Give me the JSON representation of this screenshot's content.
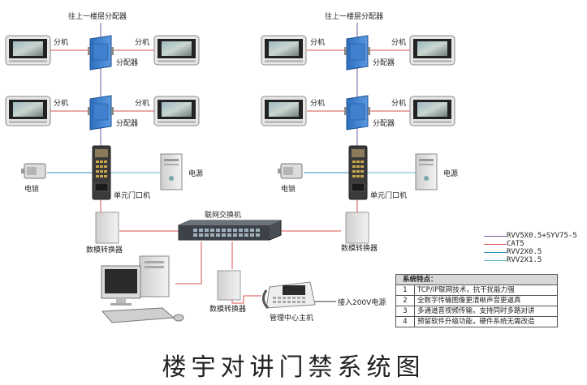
{
  "title": "楼宇对讲门禁系统图",
  "labels": {
    "to_upper_distributor": "往上一楼层分配器",
    "extension": "分机",
    "distributor": "分配器",
    "electric_lock": "电锁",
    "power_supply": "电源",
    "unit_door_station": "单元门口机",
    "converter": "数模转换器",
    "network_switch": "联网交换机",
    "management_host": "管理中心主机",
    "power_input": "接入200V电源"
  },
  "legend": [
    {
      "text": "RVV5X0.5+SYV75-5",
      "color": "#7b5aa6"
    },
    {
      "text": "CAT5",
      "color": "#d9534f"
    },
    {
      "text": "RVV2X0.5",
      "color": "#2a8fbd"
    },
    {
      "text": "RVV2X1.5",
      "color": "#6ab7c8"
    }
  ],
  "features": {
    "header": "系统特点：",
    "items": [
      {
        "num": "1",
        "text": "TCP/IP联网技术，抗干扰能力强"
      },
      {
        "num": "2",
        "text": "全数字传输图像更清晰声音更逼真"
      },
      {
        "num": "3",
        "text": "多通道音视频传输，支持同时多路对讲"
      },
      {
        "num": "4",
        "text": "预留软件升级功能，硬件系统无需改造"
      }
    ]
  }
}
